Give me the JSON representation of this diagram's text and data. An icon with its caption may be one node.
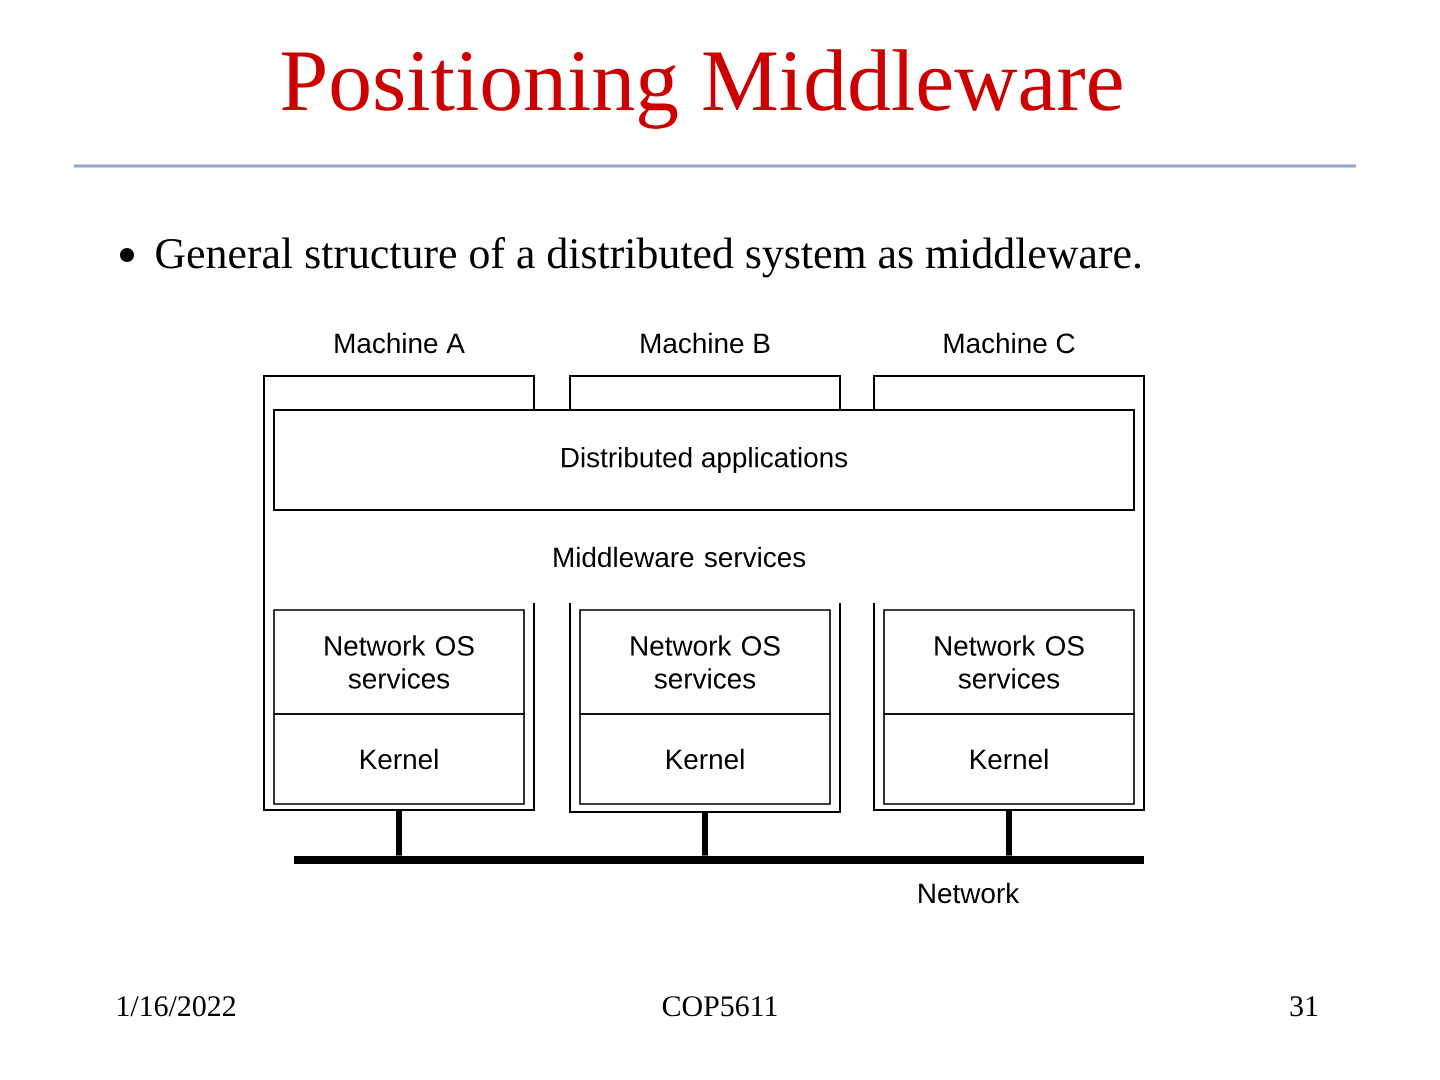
{
  "diagram": {
    "title": "Positioning Middleware",
    "nodes": [
      {
        "text": [
          "Machine A"
        ]
      },
      {
        "text": [
          "Machine B"
        ]
      },
      {
        "text": [
          "Machine C"
        ]
      },
      {
        "text": [
          "Distributed applications"
        ]
      },
      {
        "text": [
          "Middleware services"
        ]
      },
      {
        "text": [
          "Network OS services"
        ],
        "in": 0
      },
      {
        "text": [
          "Kernel"
        ],
        "in": 0
      },
      {
        "text": [
          "Network OS services"
        ],
        "in": 1
      },
      {
        "text": [
          "Kernel"
        ],
        "in": 1
      },
      {
        "text": [
          "Network OS services"
        ],
        "in": 2
      },
      {
        "text": [
          "Kernel"
        ],
        "in": 2
      },
      {
        "text": [
          "Network"
        ]
      }
    ],
    "edges": [
      {
        "from": 0,
        "to": 11,
        "arrow": "none"
      },
      {
        "from": 1,
        "to": 11,
        "arrow": "none"
      },
      {
        "from": 2,
        "to": 11,
        "arrow": "none"
      }
    ],
    "labels": [
      "General structure of a distributed system as middleware.",
      "1/16/2022",
      "COP5611",
      "31"
    ]
  }
}
